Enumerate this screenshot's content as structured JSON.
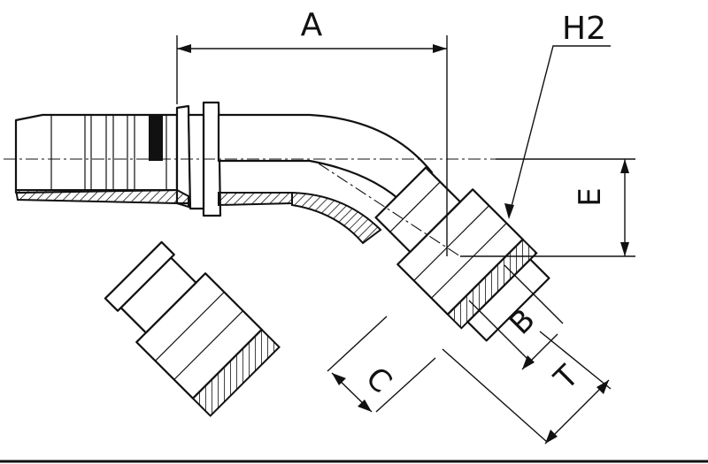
{
  "drawing": {
    "labels": {
      "A": "A",
      "H2": "H2",
      "E": "E",
      "B": "B",
      "C": "C",
      "T": "T"
    }
  }
}
